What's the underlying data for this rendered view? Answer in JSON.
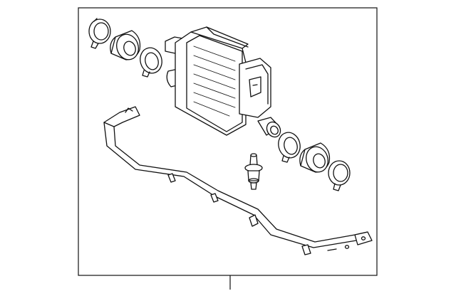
{
  "diagram": {
    "type": "exploded-parts-diagram",
    "background": "#ffffff",
    "line_color": "#111111",
    "parts": [
      {
        "id": "hose-clamp-upper-left",
        "kind": "hose-clamp"
      },
      {
        "id": "hose-upper",
        "kind": "hose"
      },
      {
        "id": "hose-clamp-upper-right",
        "kind": "hose-clamp"
      },
      {
        "id": "intercooler",
        "kind": "intercooler"
      },
      {
        "id": "hose-clamp-lower-left",
        "kind": "hose-clamp"
      },
      {
        "id": "hose-lower",
        "kind": "hose"
      },
      {
        "id": "hose-clamp-lower-right",
        "kind": "hose-clamp"
      },
      {
        "id": "grommet",
        "kind": "rubber-mount"
      },
      {
        "id": "support-bracket",
        "kind": "bracket"
      }
    ]
  }
}
